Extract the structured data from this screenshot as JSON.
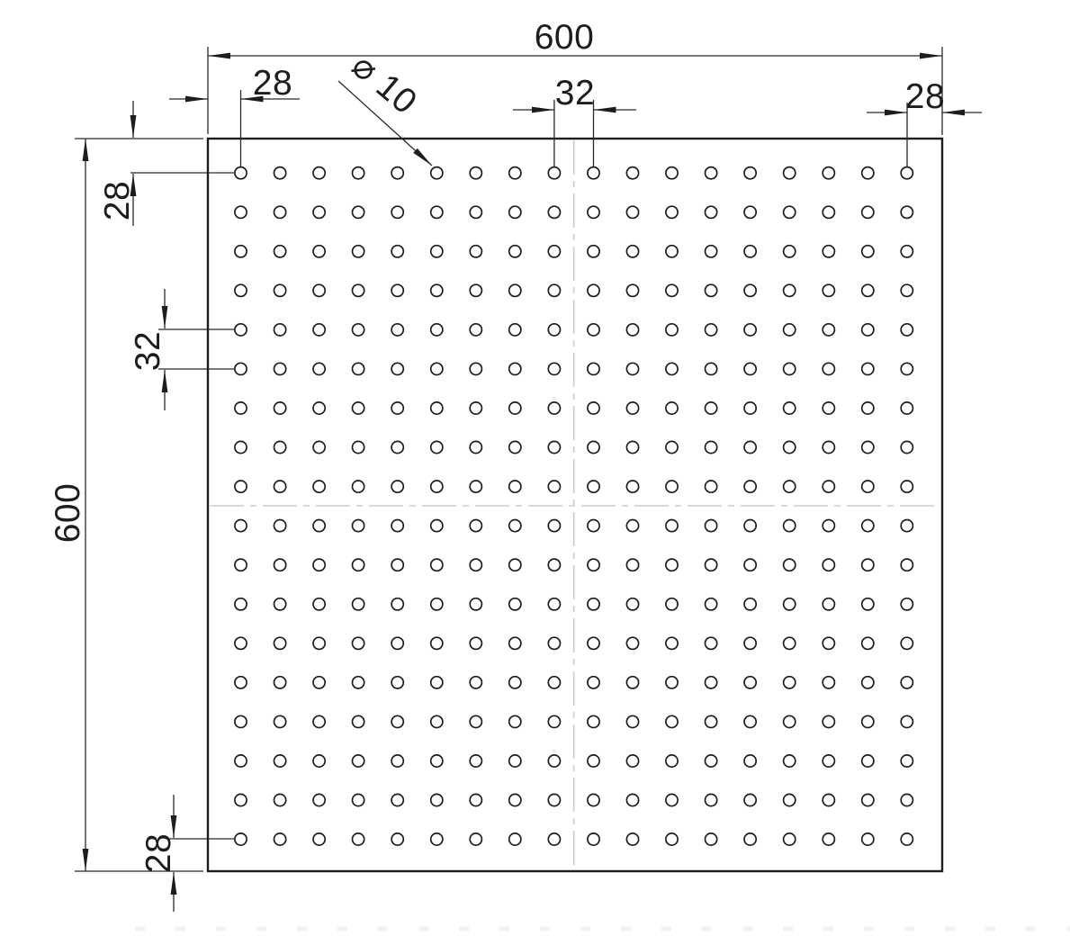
{
  "drawing": {
    "kind": "technical-drawing",
    "part": "square perforated plate",
    "dimensions": {
      "top_width": "600",
      "top_left_margin": "28",
      "top_pitch": "32",
      "top_right_margin": "28",
      "left_height": "600",
      "left_top_margin": "28",
      "left_pitch": "32",
      "bottom_left_margin": "28",
      "hole_diameter": "⌀ 10"
    },
    "holes": {
      "rows": 18,
      "cols": 18,
      "total": 324
    },
    "colors": {
      "line": "#1d1d1f",
      "centerline": "#c9cdcd",
      "background": "#ffffff",
      "faint_dash": "#eff2f2"
    }
  }
}
